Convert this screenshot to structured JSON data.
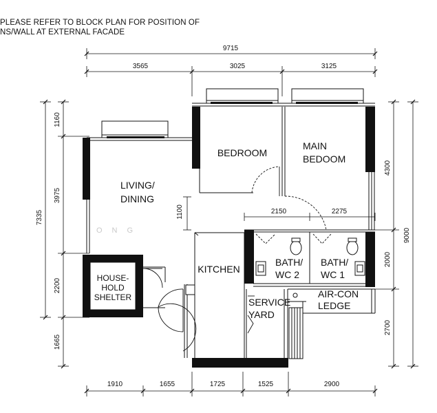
{
  "note": {
    "line1": "PLEASE REFER TO BLOCK PLAN FOR POSITION OF",
    "line2": "NS/WALL AT EXTERNAL FACADE"
  },
  "dimensions": {
    "overall_width": "9715",
    "top_segments": [
      "3565",
      "3025",
      "3125"
    ],
    "bottom_segments": [
      "1910",
      "1655",
      "1725",
      "1525",
      "2900"
    ],
    "left_segments": [
      "1160",
      "3975",
      "2200",
      "1665"
    ],
    "left_overall": "7335",
    "right_segments": [
      "4300",
      "2000",
      "2700"
    ],
    "right_overall": "9000",
    "interior_1100": "1100",
    "interior_2150": "2150",
    "interior_2275": "2275"
  },
  "rooms": {
    "bedroom": "BEDROOM",
    "main_bedroom_line1": "MAIN",
    "main_bedroom_line2": "BEDOOM",
    "living_line1": "LIVING/",
    "living_line2": "DINING",
    "household_line1": "HOUSE-",
    "household_line2": "HOLD",
    "household_line3": "SHELTER",
    "kitchen": "KITCHEN",
    "bath2_line1": "BATH/",
    "bath2_line2": "WC 2",
    "bath1_line1": "BATH/",
    "bath1_line2": "WC 1",
    "aircon_line1": "AIR-CON",
    "aircon_line2": "LEDGE",
    "service_line1": "SERVICE",
    "service_line2": "YARD"
  },
  "watermark": "ONG"
}
